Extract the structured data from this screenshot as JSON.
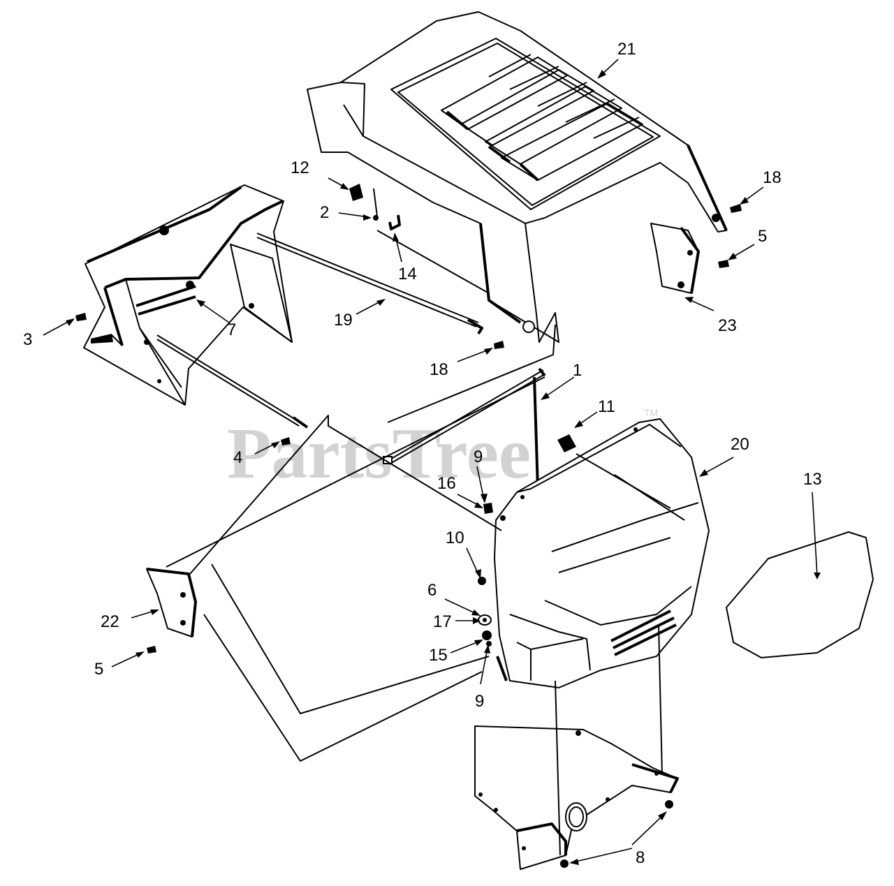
{
  "watermark": {
    "text": "PartsTree",
    "mark": "TM"
  },
  "callouts": [
    {
      "id": "c21",
      "label": "21"
    },
    {
      "id": "c12",
      "label": "12"
    },
    {
      "id": "c2",
      "label": "2"
    },
    {
      "id": "c14",
      "label": "14"
    },
    {
      "id": "c18a",
      "label": "18"
    },
    {
      "id": "c5a",
      "label": "5"
    },
    {
      "id": "c23",
      "label": "23"
    },
    {
      "id": "c3",
      "label": "3"
    },
    {
      "id": "c7",
      "label": "7"
    },
    {
      "id": "c19",
      "label": "19"
    },
    {
      "id": "c18b",
      "label": "18"
    },
    {
      "id": "c1",
      "label": "1"
    },
    {
      "id": "c11",
      "label": "11"
    },
    {
      "id": "c20",
      "label": "20"
    },
    {
      "id": "c13",
      "label": "13"
    },
    {
      "id": "c4",
      "label": "4"
    },
    {
      "id": "c9a",
      "label": "9"
    },
    {
      "id": "c16",
      "label": "16"
    },
    {
      "id": "c10",
      "label": "10"
    },
    {
      "id": "c6",
      "label": "6"
    },
    {
      "id": "c17",
      "label": "17"
    },
    {
      "id": "c15",
      "label": "15"
    },
    {
      "id": "c9b",
      "label": "9"
    },
    {
      "id": "c22",
      "label": "22"
    },
    {
      "id": "c5b",
      "label": "5"
    },
    {
      "id": "c8",
      "label": "8"
    }
  ]
}
